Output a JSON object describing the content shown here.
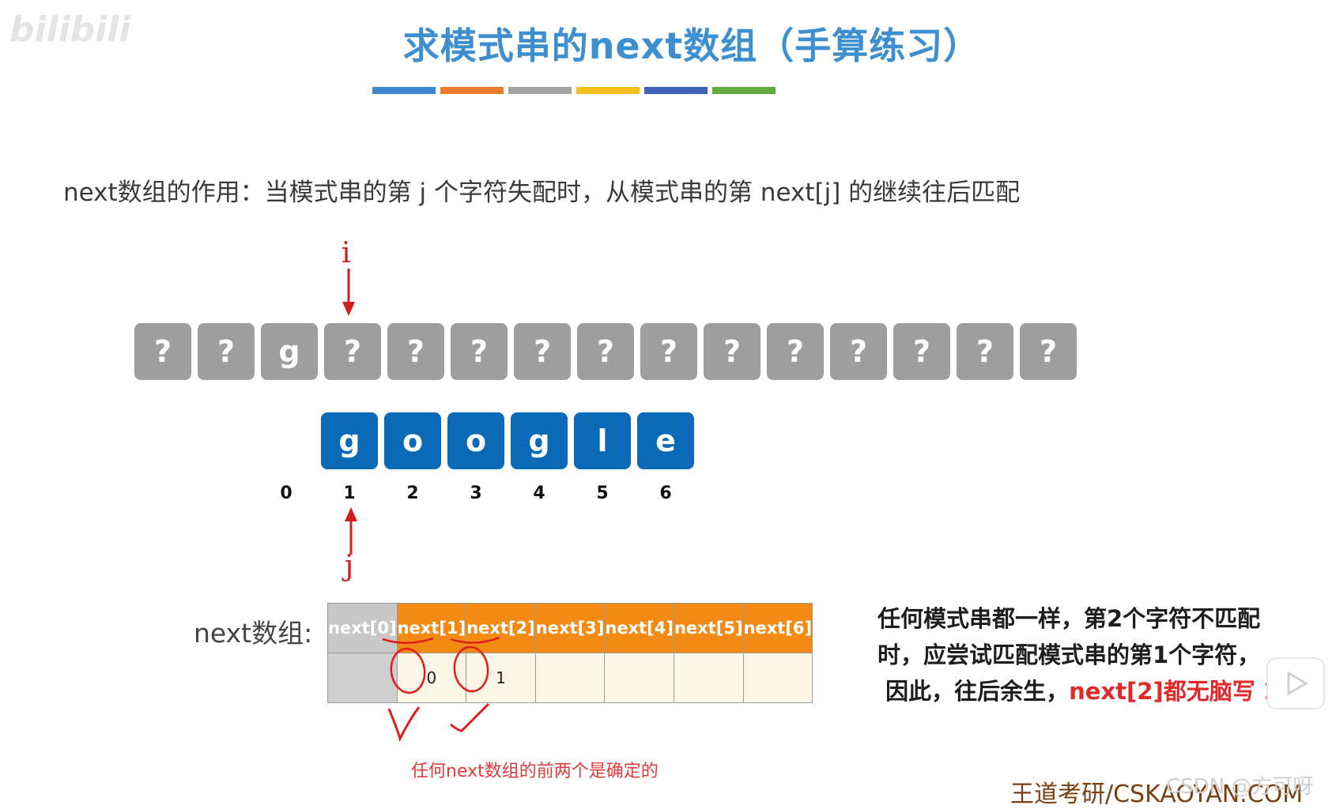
{
  "header": {
    "title": "求模式串的next数组（手算练习）",
    "bar_colors": [
      "#3d87d0",
      "#ee7b2d",
      "#a3a3a3",
      "#f6be1a",
      "#3f62b8",
      "#62a83f"
    ]
  },
  "description": "next数组的作用：当模式串的第 j 个字符失配时，从模式串的第 next[j] 的继续往后匹配",
  "pointers": {
    "top": "i",
    "bottom": "j"
  },
  "main_string": [
    "?",
    "?",
    "g",
    "?",
    "?",
    "?",
    "?",
    "?",
    "?",
    "?",
    "?",
    "?",
    "?",
    "?",
    "?"
  ],
  "pattern": [
    "g",
    "o",
    "o",
    "g",
    "l",
    "e"
  ],
  "indices": [
    "0",
    "1",
    "2",
    "3",
    "4",
    "5",
    "6"
  ],
  "next_table": {
    "label": "next数组:",
    "headers": [
      "next[0]",
      "next[1]",
      "next[2]",
      "next[3]",
      "next[4]",
      "next[5]",
      "next[6]"
    ],
    "values": [
      "",
      "0",
      "1",
      "",
      "",
      "",
      ""
    ]
  },
  "side_text": {
    "line1": "任何模式串都一样，第2个字符不匹配",
    "line2": "时，应尝试匹配模式串的第1个字符，",
    "line3_a": "因此，往后余生，",
    "line3_b": "next[2]都无脑写 1"
  },
  "note": "任何next数组的前两个是确定的",
  "brand": "王道考研/CSKAOYAN.COM",
  "watermark": {
    "logo": "bilibili",
    "csdn": "CSDN @方可呀"
  },
  "colors": {
    "gray_box": "#9e9e9e",
    "pattern_box": "#0b6ab8",
    "header_orange": "#f38a13",
    "annotation_red": "#d01f1f"
  }
}
